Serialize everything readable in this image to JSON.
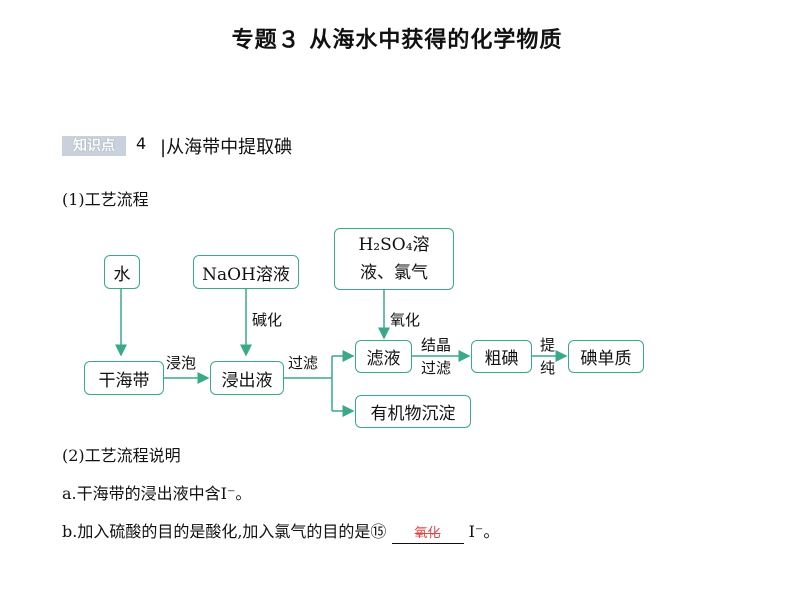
{
  "header": {
    "title": "专题３  从海水中获得的化学物质"
  },
  "knowledge_point": {
    "tag": "知识点",
    "number": "4",
    "title": "从海带中提取碘"
  },
  "section1": {
    "heading": "(1)工艺流程"
  },
  "flow": {
    "water": "水",
    "naoh": "NaOH溶液",
    "h2so4_line1": "H₂SO₄溶",
    "h2so4_line2": "液、氯气",
    "dry_kelp": "干海带",
    "leachate": "浸出液",
    "filtrate": "滤液",
    "crude_iodine": "粗碘",
    "iodine": "碘单质",
    "organic_precipitate": "有机物沉淀",
    "label_soak": "浸泡",
    "label_alkalize": "碱化",
    "label_filter": "过滤",
    "label_oxidize": "氧化",
    "label_crystallize": "结晶",
    "label_filter2": "过滤",
    "label_purify_1": "提",
    "label_purify_2": "纯"
  },
  "section2": {
    "heading": "(2)工艺流程说明",
    "line_a": "a.干海带的浸出液中含I⁻。",
    "line_b_prefix": "b.加入硫酸的目的是酸化,加入氯气的目的是⑮ ",
    "line_b_blank": "氧化",
    "line_b_suffix": " I⁻。"
  }
}
